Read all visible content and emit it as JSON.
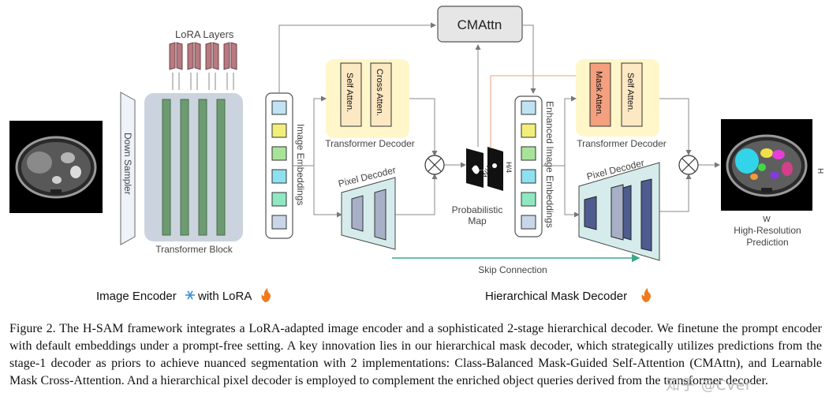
{
  "encoder": {
    "lora_layers": "LoRA Layers",
    "down_sampler": "Down Sampler",
    "transformer_block": "Transformer Block",
    "image_embeddings": "Image Embeddings",
    "title": "Image Encoder",
    "with_lora": "with LoRA"
  },
  "decoder1": {
    "self_atten": "Self Atten.",
    "cross_atten": "Cross Atten.",
    "transformer_decoder": "Transformer Decoder",
    "pixel_decoder": "Pixel Decoder"
  },
  "middle": {
    "cmattn": "CMAttn",
    "prob_map_line1": "Probabilistic",
    "prob_map_line2": "Map",
    "w4": "W/4",
    "h4": "H/4"
  },
  "decoder2": {
    "enhanced_embeddings": "Enhanced Image Embeddings",
    "mask_atten": "Mask Atten.",
    "self_atten": "Self Atten.",
    "transformer_decoder": "Transformer Decoder",
    "pixel_decoder": "Pixel Decoder",
    "skip_connection": "Skip Connection",
    "title": "Hierarchical Mask Decoder"
  },
  "output": {
    "h": "H",
    "w": "W",
    "line1": "High-Resolution",
    "line2": "Prediction"
  },
  "caption": "Figure 2. The H-SAM framework integrates a LoRA-adapted image encoder and a sophisticated 2-stage hierarchical decoder. We finetune the prompt encoder with default embeddings under a prompt-free setting. A key innovation lies in our hierarchical mask decoder, which strategically utilizes predictions from the stage-1 decoder as priors to achieve nuanced segmentation with 2 implementations: Class-Balanced Mask-Guided Self-Attention (CMAttn), and Learnable Mask Cross-Attention. And a hierarchical pixel decoder is employed to complement the enriched object queries derived from the transformer decoder.",
  "watermark": "知乎 @Cver",
  "colors": {
    "embed_cells": [
      "#bfe3f2",
      "#f2ee7a",
      "#a9e39a",
      "#8fe0ef",
      "#8fe8c2",
      "#c8d6e8"
    ],
    "transformer_block": "#cbd3de",
    "green_bar": "#6e9a72",
    "lora": "#b87a80",
    "highlight": "#fff7c9",
    "attn_box": "#fce8c2",
    "mask_atten": "#f4a07e",
    "pixel_decoder_bg": "#d6ecec",
    "skip": "#3aa88c",
    "flame": "#f07a1e",
    "snow": "#3f8fd6"
  }
}
